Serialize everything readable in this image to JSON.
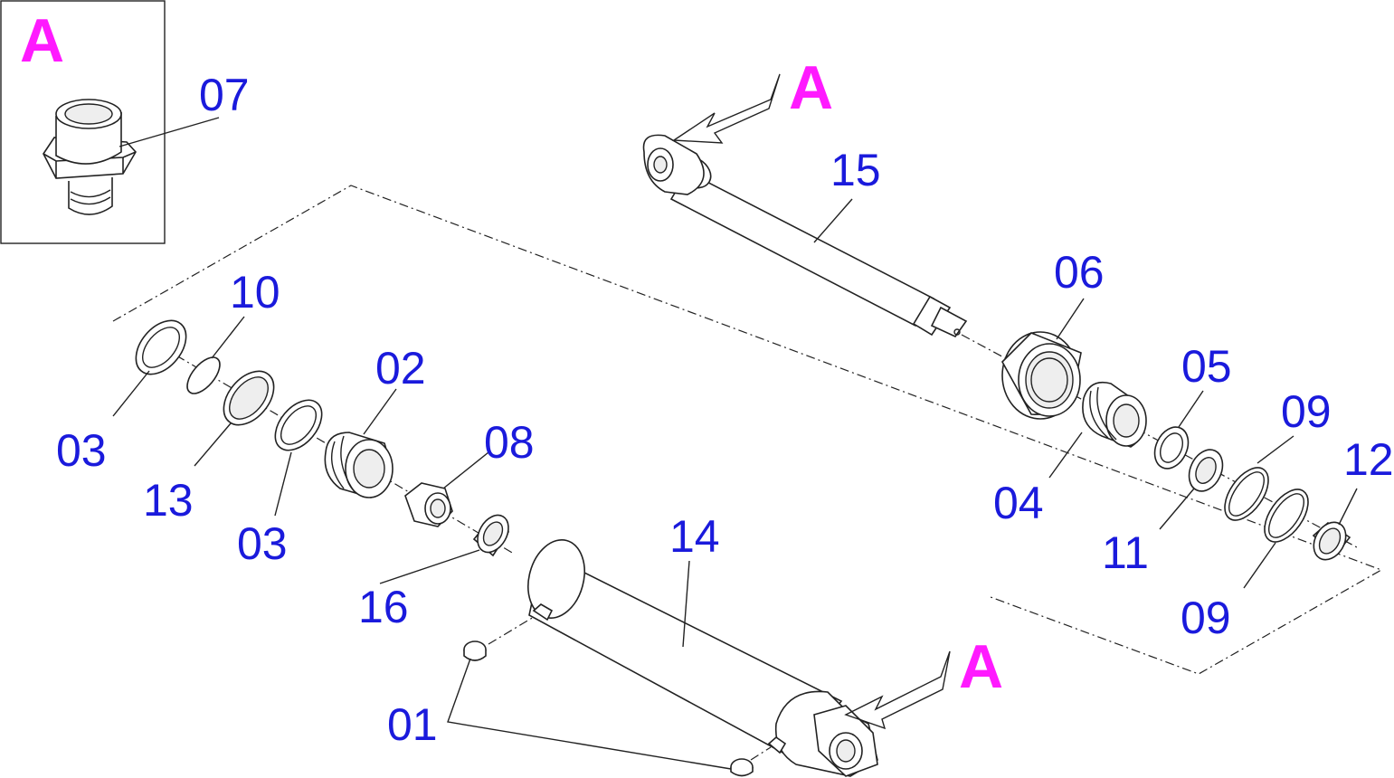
{
  "view_marker": "A",
  "part_labels": {
    "p07": "07",
    "p15": "15",
    "p10": "10",
    "p02": "02",
    "p08": "08",
    "p06": "06",
    "p05": "05",
    "p09a": "09",
    "p12": "12",
    "p03a": "03",
    "p13": "13",
    "p03b": "03",
    "p04": "04",
    "p11": "11",
    "p16": "16",
    "p14": "14",
    "p09b": "09",
    "p01": "01"
  },
  "colors": {
    "label": "#1a1adc",
    "view_marker": "#ff1aff",
    "line": "#222222"
  }
}
